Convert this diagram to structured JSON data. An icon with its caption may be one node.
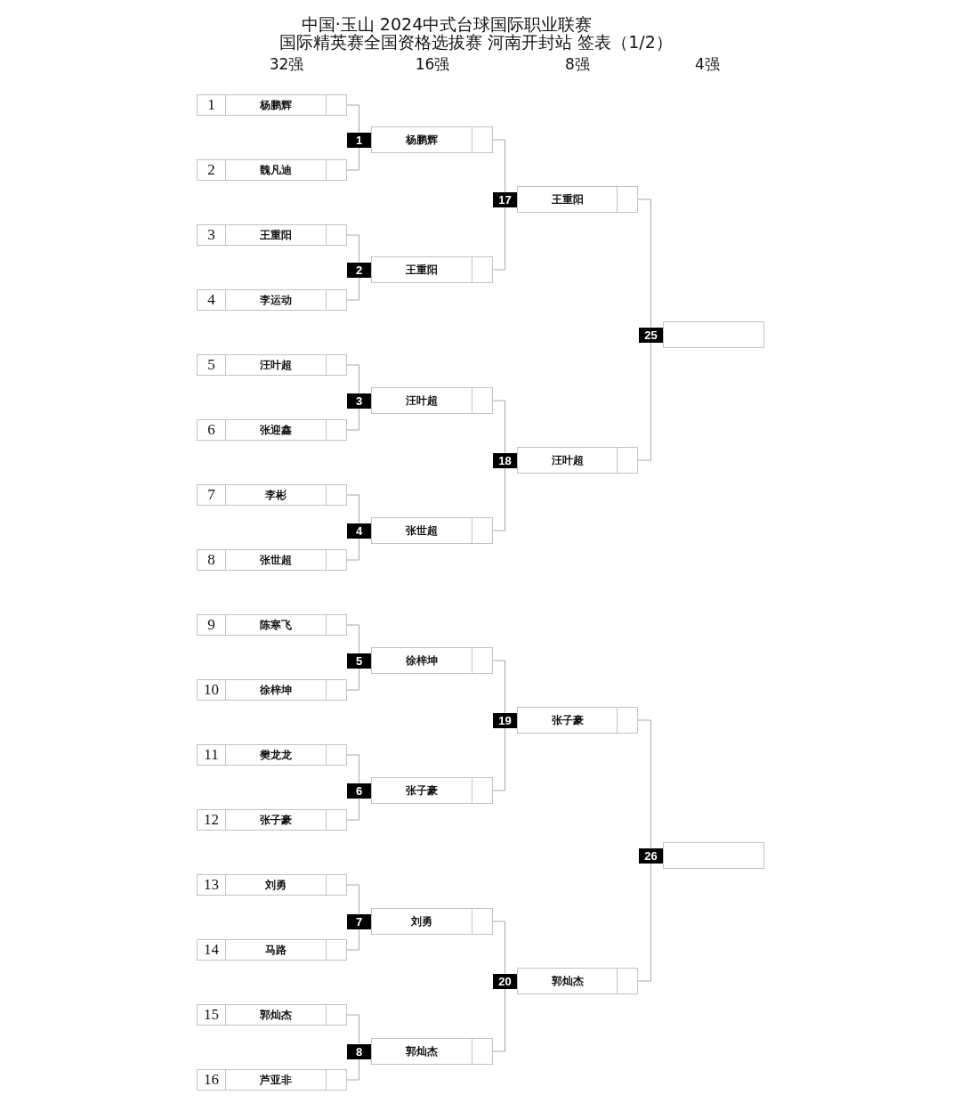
{
  "diagram": {
    "title": "中国·玉山 2024中式台球国际职业联赛",
    "nodes": [
      {
        "text": [
          "1",
          "杨鹏辉"
        ]
      },
      {
        "text": [
          "2",
          "魏凡迪"
        ]
      },
      {
        "text": [
          "3",
          "王重阳"
        ]
      },
      {
        "text": [
          "4",
          "李运动"
        ]
      },
      {
        "text": [
          "5",
          "汪叶超"
        ]
      },
      {
        "text": [
          "6",
          "张迎鑫"
        ]
      },
      {
        "text": [
          "7",
          "李彬"
        ]
      },
      {
        "text": [
          "8",
          "张世超"
        ]
      },
      {
        "text": [
          "9",
          "陈寒飞"
        ]
      },
      {
        "text": [
          "10",
          "徐梓坤"
        ]
      },
      {
        "text": [
          "11",
          "樊龙龙"
        ]
      },
      {
        "text": [
          "12",
          "张子豪"
        ]
      },
      {
        "text": [
          "13",
          "刘勇"
        ]
      },
      {
        "text": [
          "14",
          "马路"
        ]
      },
      {
        "text": [
          "15",
          "郭灿杰"
        ]
      },
      {
        "text": [
          "16",
          "芦亚非"
        ]
      },
      {
        "text": [
          "1",
          "杨鹏辉"
        ]
      },
      {
        "text": [
          "2",
          "王重阳"
        ]
      },
      {
        "text": [
          "3",
          "汪叶超"
        ]
      },
      {
        "text": [
          "4",
          "张世超"
        ]
      },
      {
        "text": [
          "5",
          "徐梓坤"
        ]
      },
      {
        "text": [
          "6",
          "张子豪"
        ]
      },
      {
        "text": [
          "7",
          "刘勇"
        ]
      },
      {
        "text": [
          "8",
          "郭灿杰"
        ]
      },
      {
        "text": [
          "17",
          "王重阳"
        ]
      },
      {
        "text": [
          "18",
          "汪叶超"
        ]
      },
      {
        "text": [
          "19",
          "张子豪"
        ]
      },
      {
        "text": [
          "20",
          "郭灿杰"
        ]
      },
      {
        "text": [
          "25"
        ]
      },
      {
        "text": [
          "26"
        ]
      }
    ],
    "edges": [
      {
        "from": 0,
        "to": 16,
        "arrow": "none"
      },
      {
        "from": 1,
        "to": 16,
        "arrow": "none"
      },
      {
        "from": 2,
        "to": 17,
        "arrow": "none"
      },
      {
        "from": 3,
        "to": 17,
        "arrow": "none"
      },
      {
        "from": 4,
        "to": 18,
        "arrow": "none"
      },
      {
        "from": 5,
        "to": 18,
        "arrow": "none"
      },
      {
        "from": 6,
        "to": 19,
        "arrow": "none"
      },
      {
        "from": 7,
        "to": 19,
        "arrow": "none"
      },
      {
        "from": 8,
        "to": 20,
        "arrow": "none"
      },
      {
        "from": 9,
        "to": 20,
        "arrow": "none"
      },
      {
        "from": 10,
        "to": 21,
        "arrow": "none"
      },
      {
        "from": 11,
        "to": 21,
        "arrow": "none"
      },
      {
        "from": 12,
        "to": 22,
        "arrow": "none"
      },
      {
        "from": 13,
        "to": 22,
        "arrow": "none"
      },
      {
        "from": 14,
        "to": 23,
        "arrow": "none"
      },
      {
        "from": 15,
        "to": 23,
        "arrow": "none"
      },
      {
        "from": 16,
        "to": 24,
        "arrow": "none"
      },
      {
        "from": 17,
        "to": 24,
        "arrow": "none"
      },
      {
        "from": 18,
        "to": 25,
        "arrow": "none"
      },
      {
        "from": 19,
        "to": 25,
        "arrow": "none"
      },
      {
        "from": 20,
        "to": 26,
        "arrow": "none"
      },
      {
        "from": 21,
        "to": 26,
        "arrow": "none"
      },
      {
        "from": 22,
        "to": 27,
        "arrow": "none"
      },
      {
        "from": 23,
        "to": 27,
        "arrow": "none"
      },
      {
        "from": 24,
        "to": 28,
        "arrow": "none"
      },
      {
        "from": 25,
        "to": 28,
        "arrow": "none"
      },
      {
        "from": 26,
        "to": 29,
        "arrow": "none"
      },
      {
        "from": 27,
        "to": 29,
        "arrow": "none"
      }
    ],
    "labels": [
      "国际精英赛全国资格选拔赛 河南开封站 签表（1/2）",
      "32强",
      "16强",
      "8强",
      "4强"
    ]
  }
}
